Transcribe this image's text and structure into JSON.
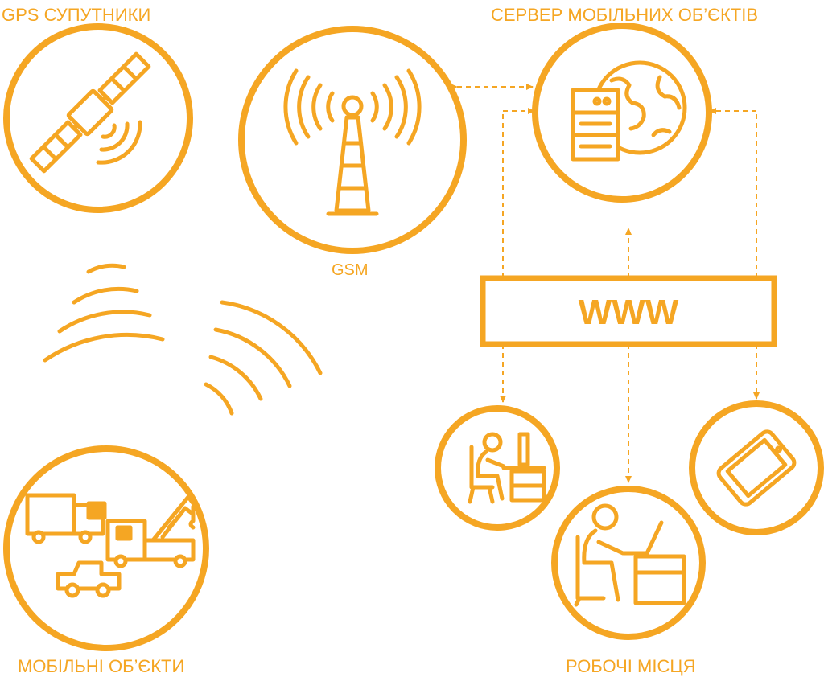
{
  "labels": {
    "gps": "GPS СУПУТНИКИ",
    "server": "СЕРВЕР МОБІЛЬНИХ ОБ’ЄКТІВ",
    "gsm": "GSM",
    "www": "WWW",
    "mobile": "МОБІЛЬНІ ОБ’ЄКТИ",
    "workplaces": "РОБОЧІ МІСЦЯ"
  },
  "colors": {
    "accent": "#f5a623",
    "background": "#ffffff"
  },
  "icons": [
    "satellite-icon",
    "antenna-tower-icon",
    "server-globe-icon",
    "trucks-icon",
    "desk-worker-icon",
    "laptop-worker-icon",
    "smartphone-icon",
    "signal-waves-icon"
  ]
}
